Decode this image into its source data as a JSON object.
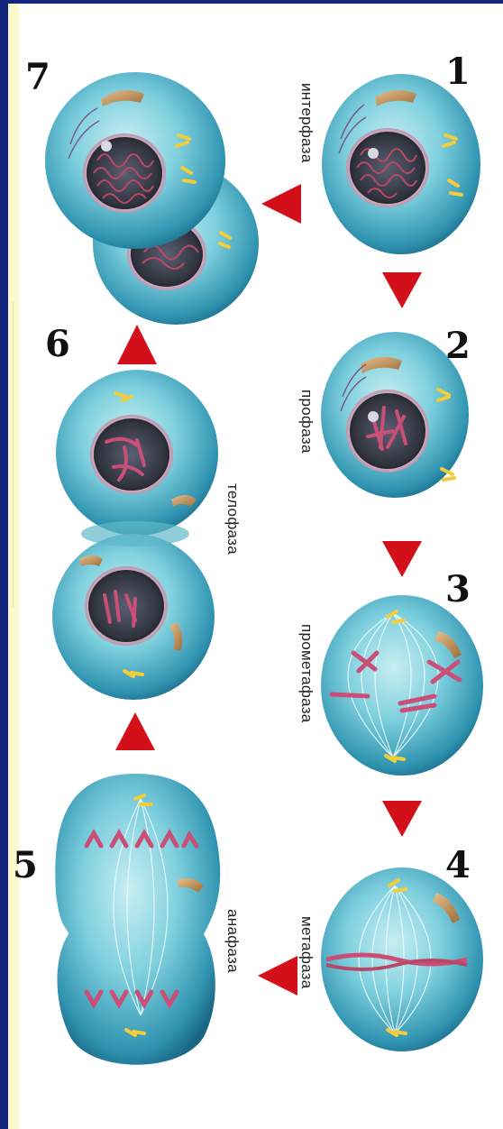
{
  "colors": {
    "border": "#12257e",
    "side_strip": "#fbfacc",
    "cell_light": "#bfe8ee",
    "cell_mid": "#5fbdd0",
    "cell_dark": "#1f7b98",
    "nucleus": "#3b3f52",
    "chromosome": "#c94f77",
    "chromatin": "#b84866",
    "centrosome": "#f3cc3a",
    "organelle": "#c79a5e",
    "arrow": "#d3101a"
  },
  "stages": [
    {
      "number": "7",
      "phase": ""
    },
    {
      "number": "1",
      "phase": "интерфаза"
    },
    {
      "number": "2",
      "phase": "профаза"
    },
    {
      "number": "3",
      "phase": "прометафаза"
    },
    {
      "number": "4",
      "phase": "метафаза"
    },
    {
      "number": "5",
      "phase": "анафаза"
    },
    {
      "number": "6",
      "phase": "телофаза"
    }
  ],
  "arrows": [
    {
      "id": "1-to-2",
      "icon": "arrow-down-icon"
    },
    {
      "id": "2-to-3",
      "icon": "arrow-down-icon"
    },
    {
      "id": "3-to-4",
      "icon": "arrow-down-icon"
    },
    {
      "id": "4-to-5",
      "icon": "arrow-left-icon"
    },
    {
      "id": "5-to-6",
      "icon": "arrow-up-icon"
    },
    {
      "id": "6-to-7",
      "icon": "arrow-up-icon"
    },
    {
      "id": "7-to-1",
      "icon": "arrow-left-icon"
    }
  ]
}
